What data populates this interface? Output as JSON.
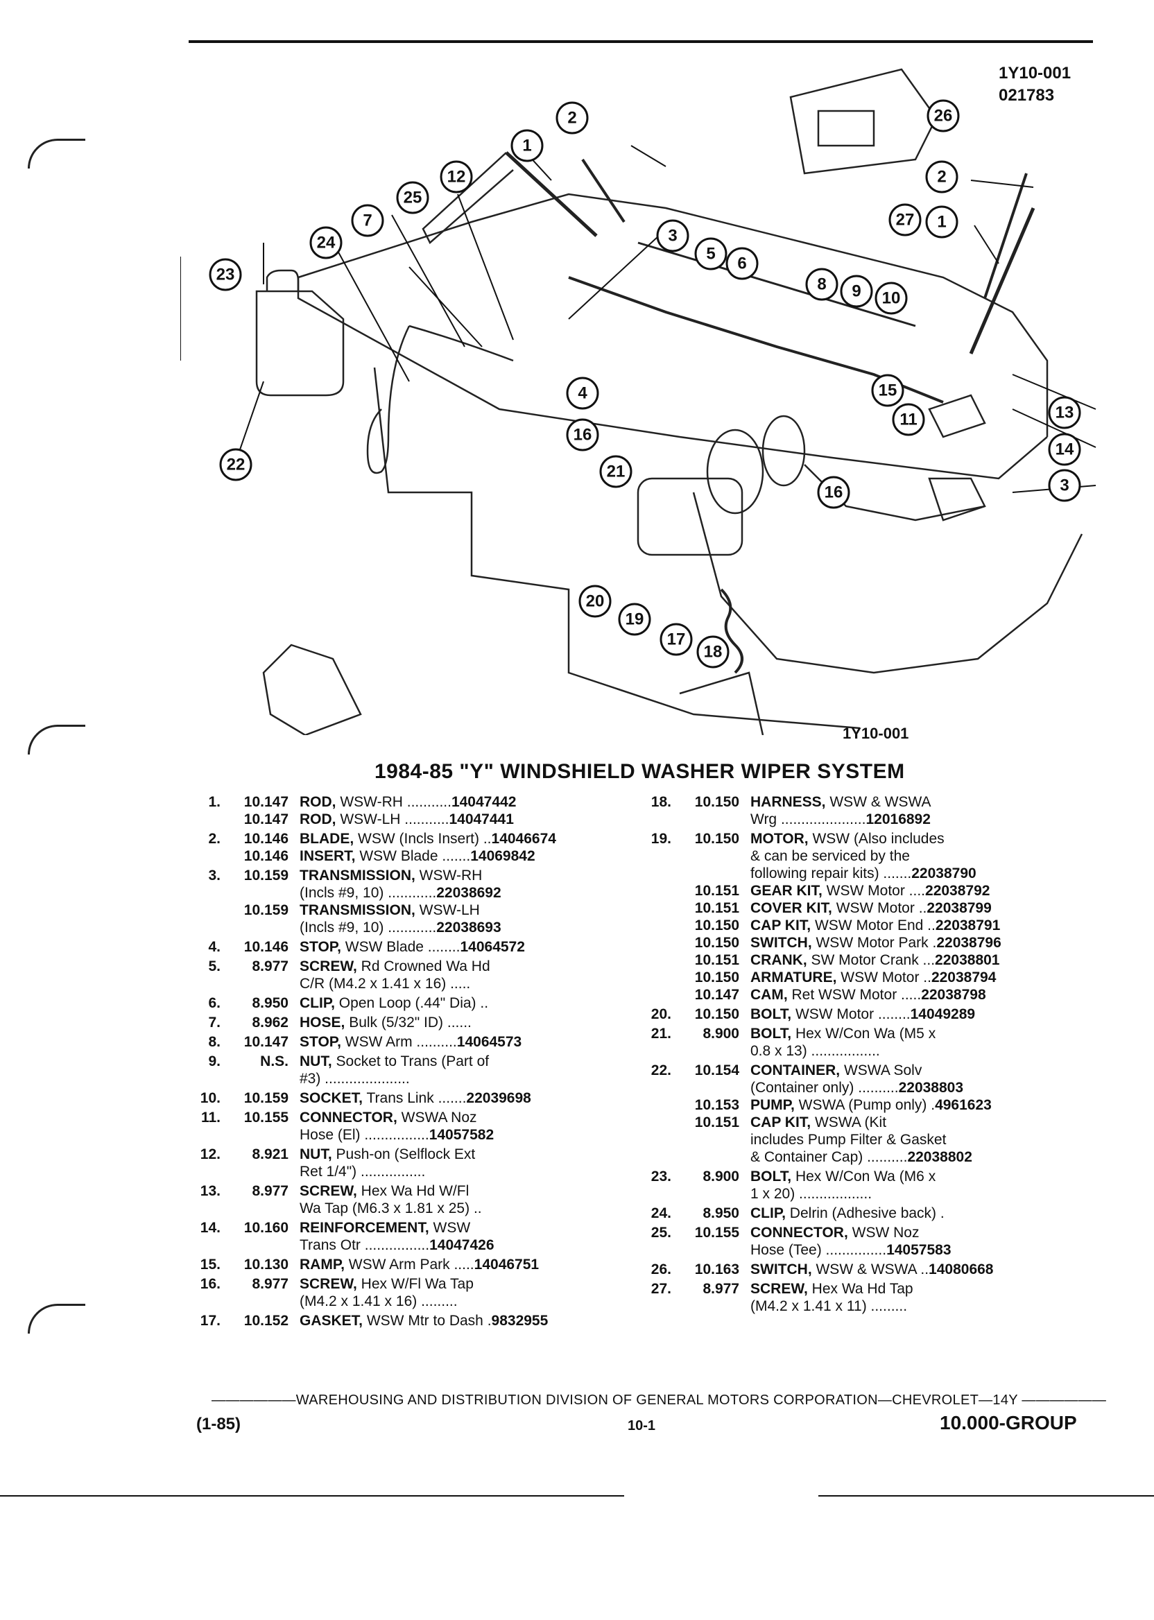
{
  "header": {
    "code_1": "1Y10-001",
    "code_2": "021783"
  },
  "figure": {
    "label": "1Y10-001",
    "callouts": [
      "1",
      "2",
      "3",
      "4",
      "5",
      "6",
      "7",
      "8",
      "9",
      "10",
      "11",
      "12",
      "13",
      "14",
      "15",
      "16",
      "17",
      "18",
      "19",
      "20",
      "21",
      "22",
      "23",
      "24",
      "25",
      "26",
      "27"
    ]
  },
  "title": "1984-85 \"Y\" WINDSHIELD WASHER WIPER SYSTEM",
  "parts_left": [
    {
      "num": "1.",
      "grp": "10.147",
      "name": "ROD,",
      "rest": " WSW-RH ...........",
      "pn": "14047442"
    },
    {
      "num": "",
      "grp": "10.147",
      "name": "ROD,",
      "rest": " WSW-LH ...........",
      "pn": "14047441"
    },
    {
      "num": "2.",
      "grp": "10.146",
      "name": "BLADE,",
      "rest": " WSW (Incls Insert) ..",
      "pn": "14046674"
    },
    {
      "num": "",
      "grp": "10.146",
      "name": "INSERT,",
      "rest": " WSW Blade .......",
      "pn": "14069842"
    },
    {
      "num": "3.",
      "grp": "10.159",
      "name": "TRANSMISSION,",
      "rest": " WSW-RH",
      "pn": ""
    },
    {
      "num": "",
      "grp": "",
      "name": "",
      "rest": "(Incls #9, 10) ............",
      "pn": "22038692"
    },
    {
      "num": "",
      "grp": "10.159",
      "name": "TRANSMISSION,",
      "rest": " WSW-LH",
      "pn": ""
    },
    {
      "num": "",
      "grp": "",
      "name": "",
      "rest": "(Incls #9, 10) ............",
      "pn": "22038693"
    },
    {
      "num": "4.",
      "grp": "10.146",
      "name": "STOP,",
      "rest": " WSW Blade ........",
      "pn": "14064572"
    },
    {
      "num": "5.",
      "grp": "8.977",
      "name": "SCREW,",
      "rest": " Rd Crowned Wa Hd",
      "pn": ""
    },
    {
      "num": "",
      "grp": "",
      "name": "",
      "rest": "C/R (M4.2 x 1.41 x 16) .....",
      "pn": ""
    },
    {
      "num": "6.",
      "grp": "8.950",
      "name": "CLIP,",
      "rest": " Open Loop (.44\" Dia) ..",
      "pn": ""
    },
    {
      "num": "7.",
      "grp": "8.962",
      "name": "HOSE,",
      "rest": " Bulk (5/32\" ID) ......",
      "pn": ""
    },
    {
      "num": "8.",
      "grp": "10.147",
      "name": "STOP,",
      "rest": " WSW Arm ..........",
      "pn": "14064573"
    },
    {
      "num": "9.",
      "grp": "N.S.",
      "name": "NUT,",
      "rest": " Socket to Trans (Part of",
      "pn": ""
    },
    {
      "num": "",
      "grp": "",
      "name": "",
      "rest": "#3) .....................",
      "pn": ""
    },
    {
      "num": "10.",
      "grp": "10.159",
      "name": "SOCKET,",
      "rest": " Trans Link .......",
      "pn": "22039698"
    },
    {
      "num": "11.",
      "grp": "10.155",
      "name": "CONNECTOR,",
      "rest": " WSWA Noz",
      "pn": ""
    },
    {
      "num": "",
      "grp": "",
      "name": "",
      "rest": "Hose (El) ................",
      "pn": "14057582"
    },
    {
      "num": "12.",
      "grp": "8.921",
      "name": "NUT,",
      "rest": " Push-on (Selflock Ext",
      "pn": ""
    },
    {
      "num": "",
      "grp": "",
      "name": "",
      "rest": "Ret 1/4\") ................",
      "pn": ""
    },
    {
      "num": "13.",
      "grp": "8.977",
      "name": "SCREW,",
      "rest": " Hex Wa Hd W/Fl",
      "pn": ""
    },
    {
      "num": "",
      "grp": "",
      "name": "",
      "rest": "Wa Tap (M6.3 x 1.81 x 25) ..",
      "pn": ""
    },
    {
      "num": "14.",
      "grp": "10.160",
      "name": "REINFORCEMENT,",
      "rest": " WSW",
      "pn": ""
    },
    {
      "num": "",
      "grp": "",
      "name": "",
      "rest": "Trans Otr ................",
      "pn": "14047426"
    },
    {
      "num": "15.",
      "grp": "10.130",
      "name": "RAMP,",
      "rest": " WSW Arm Park .....",
      "pn": "14046751"
    },
    {
      "num": "16.",
      "grp": "8.977",
      "name": "SCREW,",
      "rest": " Hex W/Fl Wa Tap",
      "pn": ""
    },
    {
      "num": "",
      "grp": "",
      "name": "",
      "rest": "(M4.2 x 1.41 x 16) .........",
      "pn": ""
    },
    {
      "num": "17.",
      "grp": "10.152",
      "name": "GASKET,",
      "rest": " WSW Mtr to Dash .",
      "pn": "9832955"
    }
  ],
  "parts_right": [
    {
      "num": "18.",
      "grp": "10.150",
      "name": "HARNESS,",
      "rest": " WSW & WSWA",
      "pn": ""
    },
    {
      "num": "",
      "grp": "",
      "name": "",
      "rest": "Wrg .....................",
      "pn": "12016892"
    },
    {
      "num": "19.",
      "grp": "10.150",
      "name": "MOTOR,",
      "rest": " WSW (Also includes",
      "pn": ""
    },
    {
      "num": "",
      "grp": "",
      "name": "",
      "rest": "& can be serviced by the",
      "pn": ""
    },
    {
      "num": "",
      "grp": "",
      "name": "",
      "rest": "following repair kits) .......",
      "pn": "22038790"
    },
    {
      "num": "",
      "grp": "10.151",
      "name": "GEAR KIT,",
      "rest": " WSW Motor ....",
      "pn": "22038792"
    },
    {
      "num": "",
      "grp": "10.151",
      "name": "COVER KIT,",
      "rest": " WSW Motor ..",
      "pn": "22038799"
    },
    {
      "num": "",
      "grp": "10.150",
      "name": "CAP KIT,",
      "rest": " WSW Motor End ..",
      "pn": "22038791"
    },
    {
      "num": "",
      "grp": "10.150",
      "name": "SWITCH,",
      "rest": " WSW Motor Park .",
      "pn": "22038796"
    },
    {
      "num": "",
      "grp": "10.151",
      "name": "CRANK,",
      "rest": " SW Motor Crank ...",
      "pn": "22038801"
    },
    {
      "num": "",
      "grp": "10.150",
      "name": "ARMATURE,",
      "rest": " WSW Motor ..",
      "pn": "22038794"
    },
    {
      "num": "",
      "grp": "10.147",
      "name": "CAM,",
      "rest": " Ret WSW Motor .....",
      "pn": "22038798"
    },
    {
      "num": "20.",
      "grp": "10.150",
      "name": "BOLT,",
      "rest": " WSW Motor ........",
      "pn": "14049289"
    },
    {
      "num": "21.",
      "grp": "8.900",
      "name": "BOLT,",
      "rest": " Hex W/Con Wa (M5 x",
      "pn": ""
    },
    {
      "num": "",
      "grp": "",
      "name": "",
      "rest": "0.8 x 13) .................",
      "pn": ""
    },
    {
      "num": "22.",
      "grp": "10.154",
      "name": "CONTAINER,",
      "rest": " WSWA Solv",
      "pn": ""
    },
    {
      "num": "",
      "grp": "",
      "name": "",
      "rest": "(Container only) ..........",
      "pn": "22038803"
    },
    {
      "num": "",
      "grp": "10.153",
      "name": "PUMP,",
      "rest": " WSWA (Pump only) .",
      "pn": "4961623"
    },
    {
      "num": "",
      "grp": "10.151",
      "name": "CAP KIT,",
      "rest": " WSWA (Kit",
      "pn": ""
    },
    {
      "num": "",
      "grp": "",
      "name": "",
      "rest": "includes Pump Filter & Gasket",
      "pn": ""
    },
    {
      "num": "",
      "grp": "",
      "name": "",
      "rest": "& Container Cap) ..........",
      "pn": "22038802"
    },
    {
      "num": "23.",
      "grp": "8.900",
      "name": "BOLT,",
      "rest": " Hex W/Con Wa (M6 x",
      "pn": ""
    },
    {
      "num": "",
      "grp": "",
      "name": "",
      "rest": "1 x 20) ..................",
      "pn": ""
    },
    {
      "num": "24.",
      "grp": "8.950",
      "name": "CLIP,",
      "rest": " Delrin (Adhesive back) .",
      "pn": ""
    },
    {
      "num": "25.",
      "grp": "10.155",
      "name": "CONNECTOR,",
      "rest": " WSW Noz",
      "pn": ""
    },
    {
      "num": "",
      "grp": "",
      "name": "",
      "rest": "Hose (Tee) ...............",
      "pn": "14057583"
    },
    {
      "num": "26.",
      "grp": "10.163",
      "name": "SWITCH,",
      "rest": " WSW & WSWA ..",
      "pn": "14080668"
    },
    {
      "num": "27.",
      "grp": "8.977",
      "name": "SCREW,",
      "rest": " Hex Wa Hd Tap",
      "pn": ""
    },
    {
      "num": "",
      "grp": "",
      "name": "",
      "rest": "(M4.2 x 1.41 x 11) .........",
      "pn": ""
    }
  ],
  "footer": {
    "line": "——————WAREHOUSING AND DISTRIBUTION DIVISION OF GENERAL MOTORS CORPORATION—CHEVROLET—14Y ——————",
    "left": "(1-85)",
    "page": "10-1",
    "group": "10.000-GROUP"
  }
}
